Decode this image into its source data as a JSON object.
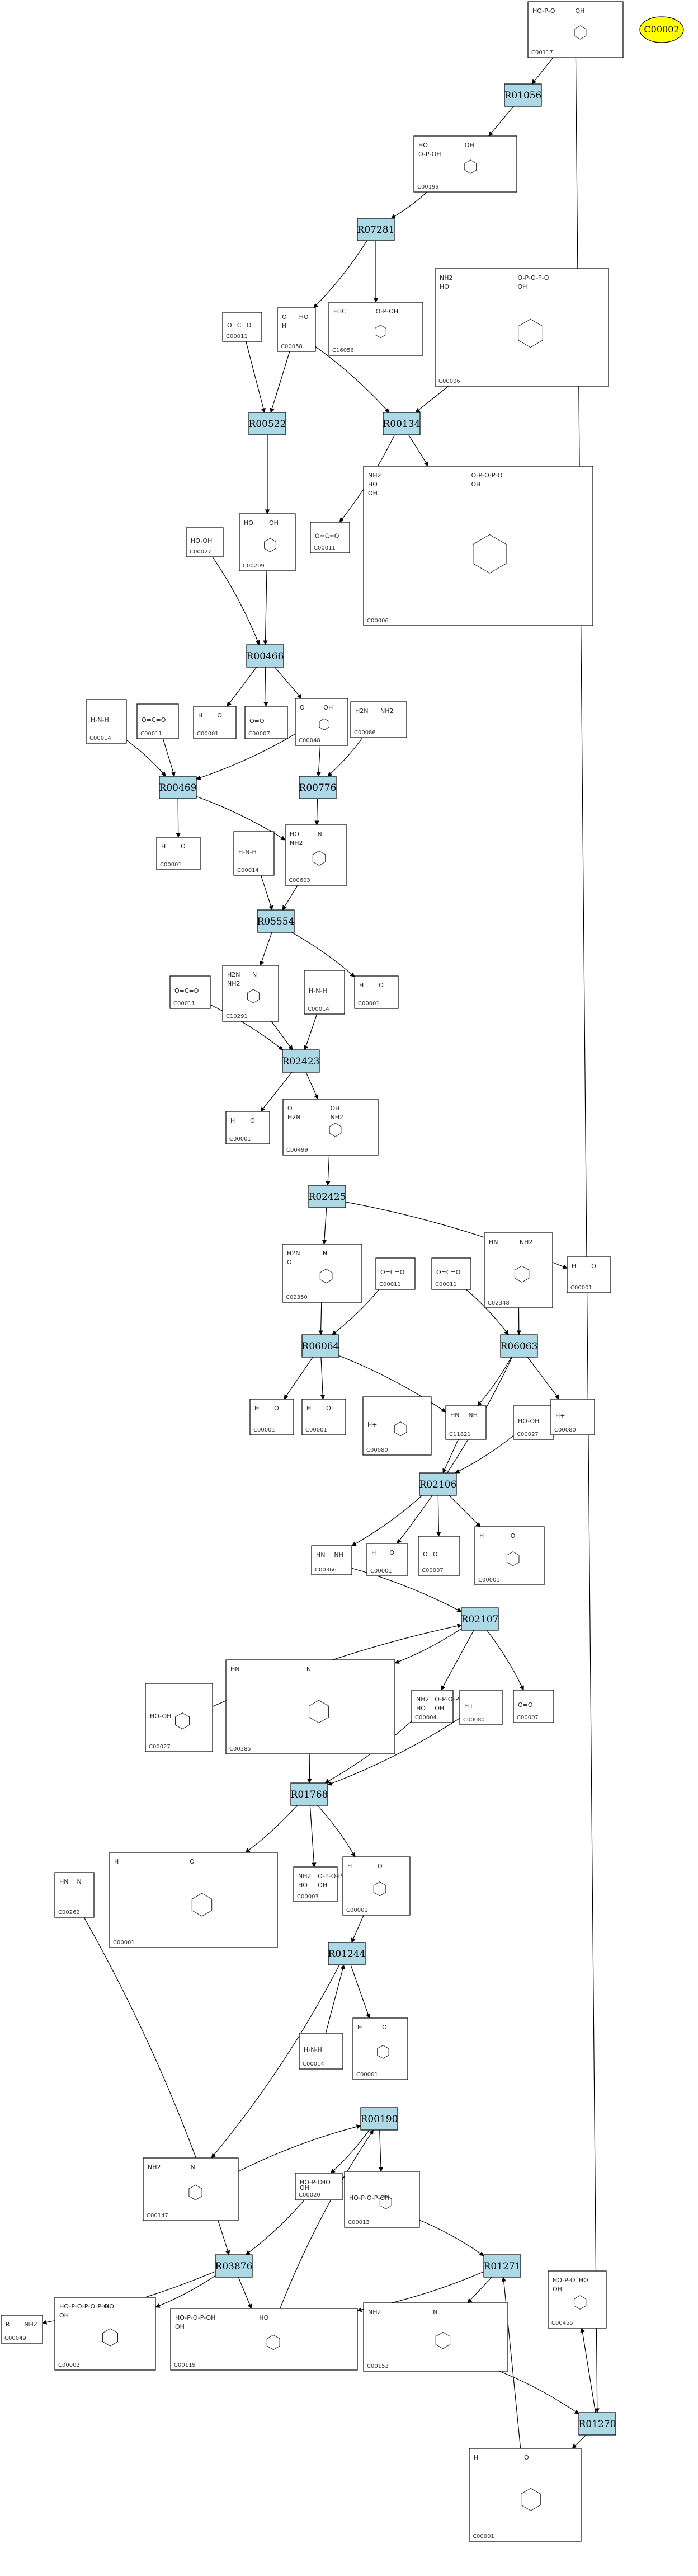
{
  "highlight": {
    "id": "C00002"
  },
  "reactions": {
    "r1": "R01056",
    "r2": "R07281",
    "r3": "R00522",
    "r4": "R00134",
    "r5": "R00466",
    "r6": "R00469",
    "r7": "R00776",
    "r8": "R05554",
    "r9": "R02423",
    "r10": "R02425",
    "r11": "R06064",
    "r12": "R06063",
    "r13": "R02106",
    "r14": "R02107",
    "r15": "R01768",
    "r16": "R01244",
    "r17": "R00190",
    "r18": "R03876",
    "r19": "R01271",
    "r20": "R01270"
  },
  "compounds": {
    "c1": {
      "id": "C00117",
      "mol": [
        "HO-P-O",
        "OH"
      ]
    },
    "c2": {
      "id": "C00199",
      "mol": [
        "HO",
        "OH",
        "O-P-OH"
      ]
    },
    "c3": {
      "id": "C00011",
      "mol": [
        "O=C=O"
      ]
    },
    "c4": {
      "id": "C00058",
      "mol": [
        "O",
        "HO",
        "H"
      ]
    },
    "c5": {
      "id": "C16056",
      "mol": [
        "H3C",
        "O-P-OH"
      ]
    },
    "c6": {
      "id": "C00006",
      "mol": [
        "NH2",
        "O-P-O-P-O",
        "HO",
        "OH"
      ]
    },
    "c7": {
      "id": "C00027",
      "mol": [
        "HO-OH"
      ]
    },
    "c8": {
      "id": "C00209",
      "mol": [
        "HO",
        "OH"
      ]
    },
    "c9": {
      "id": "C00011",
      "mol": [
        "O=C=O"
      ]
    },
    "c10": {
      "id": "C00006",
      "mol": [
        "NH2",
        "O-P-O-P-O",
        "HO",
        "OH",
        "OH"
      ]
    },
    "c11": {
      "id": "C00014",
      "mol": [
        "H-N-H"
      ]
    },
    "c12": {
      "id": "C00011",
      "mol": [
        "O=C=O"
      ]
    },
    "c13": {
      "id": "C00001",
      "mol": [
        "H",
        "O"
      ]
    },
    "c14": {
      "id": "C00007",
      "mol": [
        "O=O"
      ]
    },
    "c15": {
      "id": "C00048",
      "mol": [
        "O",
        "OH"
      ]
    },
    "c16": {
      "id": "C00086",
      "mol": [
        "H2N",
        "NH2"
      ]
    },
    "c17": {
      "id": "C00001",
      "mol": [
        "H",
        "O"
      ]
    },
    "c18": {
      "id": "C00014",
      "mol": [
        "H-N-H"
      ]
    },
    "c19": {
      "id": "C00603",
      "mol": [
        "HO",
        "N",
        "NH2"
      ]
    },
    "c20": {
      "id": "C00001",
      "mol": [
        "H",
        "O"
      ]
    },
    "c21": {
      "id": "C00011",
      "mol": [
        "O=C=O"
      ]
    },
    "c22": {
      "id": "C10291",
      "mol": [
        "H2N",
        "N",
        "NH2"
      ]
    },
    "c23": {
      "id": "C00014",
      "mol": [
        "H-N-H"
      ]
    },
    "c24": {
      "id": "C00001",
      "mol": [
        "H",
        "O"
      ]
    },
    "c25": {
      "id": "C00499",
      "mol": [
        "O",
        "OH",
        "H2N",
        "NH2"
      ]
    },
    "c26": {
      "id": "C00001",
      "mol": [
        "H",
        "O"
      ]
    },
    "c27": {
      "id": "C02350",
      "mol": [
        "H2N",
        "N",
        "O"
      ]
    },
    "c28": {
      "id": "C00011",
      "mol": [
        "O=C=O"
      ]
    },
    "c29": {
      "id": "C00011",
      "mol": [
        "O=C=O"
      ]
    },
    "c30": {
      "id": "C02348",
      "mol": [
        "HN",
        "NH2"
      ]
    },
    "c31": {
      "id": "C00001",
      "mol": [
        "H",
        "O"
      ]
    },
    "c32": {
      "id": "C00001",
      "mol": [
        "H",
        "O"
      ]
    },
    "c33": {
      "id": "C00080",
      "mol": [
        "H+"
      ]
    },
    "c34": {
      "id": "C11821",
      "mol": [
        "HN",
        "NH"
      ]
    },
    "c35": {
      "id": "C00027",
      "mol": [
        "HO-OH"
      ]
    },
    "c36": {
      "id": "C00080",
      "mol": [
        "H+"
      ]
    },
    "c37": {
      "id": "C00001",
      "mol": [
        "H",
        "O"
      ]
    },
    "c38": {
      "id": "C00007",
      "mol": [
        "O=O"
      ]
    },
    "c39": {
      "id": "C00001",
      "mol": [
        "H",
        "O"
      ]
    },
    "c40": {
      "id": "C00366",
      "mol": [
        "HN",
        "NH"
      ]
    },
    "c41": {
      "id": "C00027",
      "mol": [
        "HO-OH"
      ]
    },
    "c42": {
      "id": "C00385",
      "mol": [
        "HN",
        "N"
      ]
    },
    "c43": {
      "id": "C00004",
      "mol": [
        "NH2",
        "O-P-O-P-O",
        "HO",
        "OH"
      ]
    },
    "c44": {
      "id": "C00080",
      "mol": [
        "H+"
      ]
    },
    "c45": {
      "id": "C00007",
      "mol": [
        "O=O"
      ]
    },
    "c46": {
      "id": "C00001",
      "mol": [
        "H",
        "O"
      ]
    },
    "c47": {
      "id": "C00003",
      "mol": [
        "NH2",
        "O-P-O-P-O",
        "HO",
        "OH"
      ]
    },
    "c48": {
      "id": "C00001",
      "mol": [
        "H",
        "O"
      ]
    },
    "c49": {
      "id": "C00262",
      "mol": [
        "HN",
        "N"
      ]
    },
    "c50": {
      "id": "C00014",
      "mol": [
        "H-N-H"
      ]
    },
    "c51": {
      "id": "C00001",
      "mol": [
        "H",
        "O"
      ]
    },
    "c52": {
      "id": "C00147",
      "mol": [
        "NH2",
        "N"
      ]
    },
    "c53": {
      "id": "C00020",
      "mol": [
        "HO-P-O",
        "HO",
        "OH"
      ]
    },
    "c54": {
      "id": "C00013",
      "mol": [
        "HO-P-O-P-OH"
      ]
    },
    "c55": {
      "id": "C00049",
      "mol": [
        "R",
        "NH2"
      ]
    },
    "c56": {
      "id": "C00002",
      "mol": [
        "HO-P-O-P-O-P-O",
        "HO",
        "OH"
      ]
    },
    "c57": {
      "id": "C00119",
      "mol": [
        "HO-P-O-P-OH",
        "HO",
        "OH"
      ]
    },
    "c58": {
      "id": "C00153",
      "mol": [
        "NH2",
        "N"
      ]
    },
    "c59": {
      "id": "C00455",
      "mol": [
        "HO-P-O",
        "HO",
        "OH"
      ]
    },
    "c60": {
      "id": "C00001",
      "mol": [
        "H",
        "O"
      ]
    }
  }
}
